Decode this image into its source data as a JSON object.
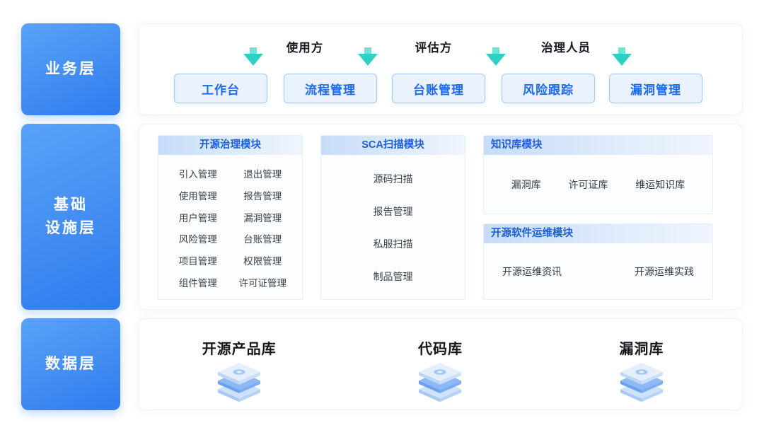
{
  "layers": {
    "business": {
      "label": "业务层"
    },
    "infrastructure": {
      "label": "基础\n设施层"
    },
    "data": {
      "label": "数据层"
    }
  },
  "business": {
    "roles": [
      "使用方",
      "评估方",
      "治理人员"
    ],
    "buttons": [
      "工作台",
      "流程管理",
      "台账管理",
      "风险跟踪",
      "漏洞管理"
    ]
  },
  "infrastructure": {
    "governance": {
      "title": "开源治理模块",
      "rows": [
        [
          "引入管理",
          "退出管理"
        ],
        [
          "使用管理",
          "报告管理"
        ],
        [
          "用户管理",
          "漏洞管理"
        ],
        [
          "风险管理",
          "台账管理"
        ],
        [
          "项目管理",
          "权限管理"
        ],
        [
          "组件管理",
          "许可证管理"
        ]
      ]
    },
    "sca": {
      "title": "SCA扫描模块",
      "items": [
        "源码扫描",
        "报告管理",
        "私服扫描",
        "制品管理"
      ]
    },
    "knowledge": {
      "title": "知识库模块",
      "items": [
        "漏洞库",
        "许可证库",
        "维运知识库"
      ]
    },
    "ops": {
      "title": "开源软件运维模块",
      "items": [
        "开源运维资讯",
        "开源运维实践"
      ]
    }
  },
  "data_layer": {
    "items": [
      "开源产品库",
      "代码库",
      "漏洞库"
    ]
  },
  "colors": {
    "layer_gradient_start": "#5aa2f8",
    "layer_gradient_end": "#2e7ced",
    "button_bg": "#e9f2fe",
    "button_border": "#a6c9f8",
    "button_text": "#1d6af0",
    "arrow_teal": "#2fd0c3",
    "module_header_bg": "#c6dcf8",
    "module_header_text": "#1e5fd6"
  },
  "icons": {
    "arrow": "arrow-down-icon",
    "database": "database-stack-icon"
  }
}
